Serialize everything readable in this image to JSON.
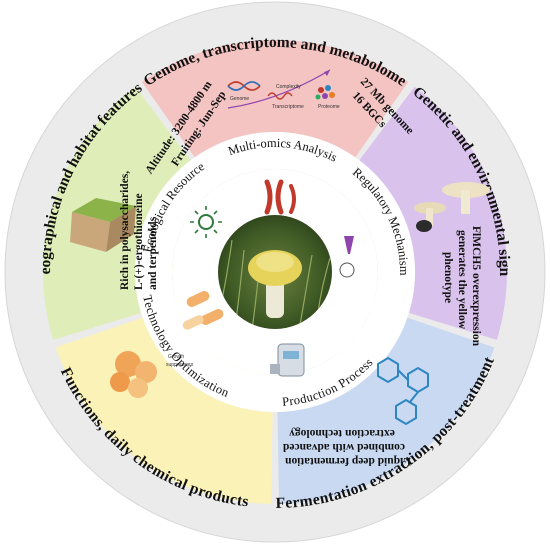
{
  "outer_ring": {
    "top": "Genome, transcriptome and metabolome",
    "right": "Genetic and environmental signals",
    "bottom_right": "Fermentation extraction, post-treatment",
    "bottom_left": "Functions, daily chemical products",
    "left": "Geographical and habitat features"
  },
  "inner_ring": {
    "top": "Multi-omics Analysis",
    "right": "Regulatory Mechanism",
    "bottom": "Production Process",
    "left_bottom": "Technology Optimization",
    "left": "Ecological Resource"
  },
  "segments": {
    "genome": {
      "line1": "27 Mb genome",
      "line2": "16 BGCs"
    },
    "habitat": {
      "line1": "Altitude: 3200-4800 m",
      "line2": "Fruiting: Jun-Sep"
    },
    "regulatory": {
      "line1": "FlMCH5 overexpression",
      "line2": "generates the yellow",
      "line3": "phenotype"
    },
    "fermentation": {
      "line1": "Liquid deep fermentation",
      "line2": "combined with advanced",
      "line3": "extraction technology"
    },
    "functions": {
      "line1": "Rich in polysaccharides,",
      "line2": "L-(+)-ergothioneine",
      "line3": "and terpenoids"
    }
  },
  "omics_icons": {
    "genome": "Genome",
    "complexity": "Complexity",
    "transcriptome": "Transcriptome",
    "proteome": "Proteome"
  },
  "growth_label": {
    "line1": "Growth",
    "line2": "suppressors"
  },
  "icons": [
    "dna-icon",
    "chromosome-icon",
    "sun-leaf-icon",
    "pill-icon",
    "bioreactor-icon",
    "molecule-icon",
    "test-tube-icon",
    "mushroom-icon",
    "terrain-icon",
    "cell-cluster-icon"
  ],
  "colors": {
    "outer_ring": "#ebebeb",
    "genome": "#f4c4c3",
    "regulatory": "#d9c2ec",
    "fermentation": "#c9d9f2",
    "functions": "#fbf2b8",
    "habitat": "#dfedb9",
    "multi_omics": "#e5aeb3",
    "regulatory_inner": "#c9b3e2",
    "production": "#b7cfeb",
    "technology": "#f6ec9a",
    "ecological": "#b9d28b"
  }
}
